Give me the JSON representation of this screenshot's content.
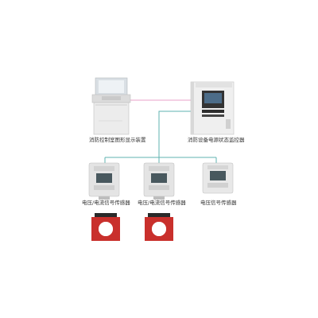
{
  "labels": {
    "graphic_display": "消防控制室图形显示装置",
    "power_monitor": "消防设备电源状态监控器",
    "sensor_a": "电压/电流信号传感器",
    "sensor_b": "电压/电流信号传感器",
    "sensor_c": "电压信号传感器"
  },
  "colors": {
    "link_pink": "#e8a0c8",
    "link_teal": "#5fb3b0",
    "transformer_red": "#c9302c",
    "device_gray": "#e4e4e4"
  }
}
